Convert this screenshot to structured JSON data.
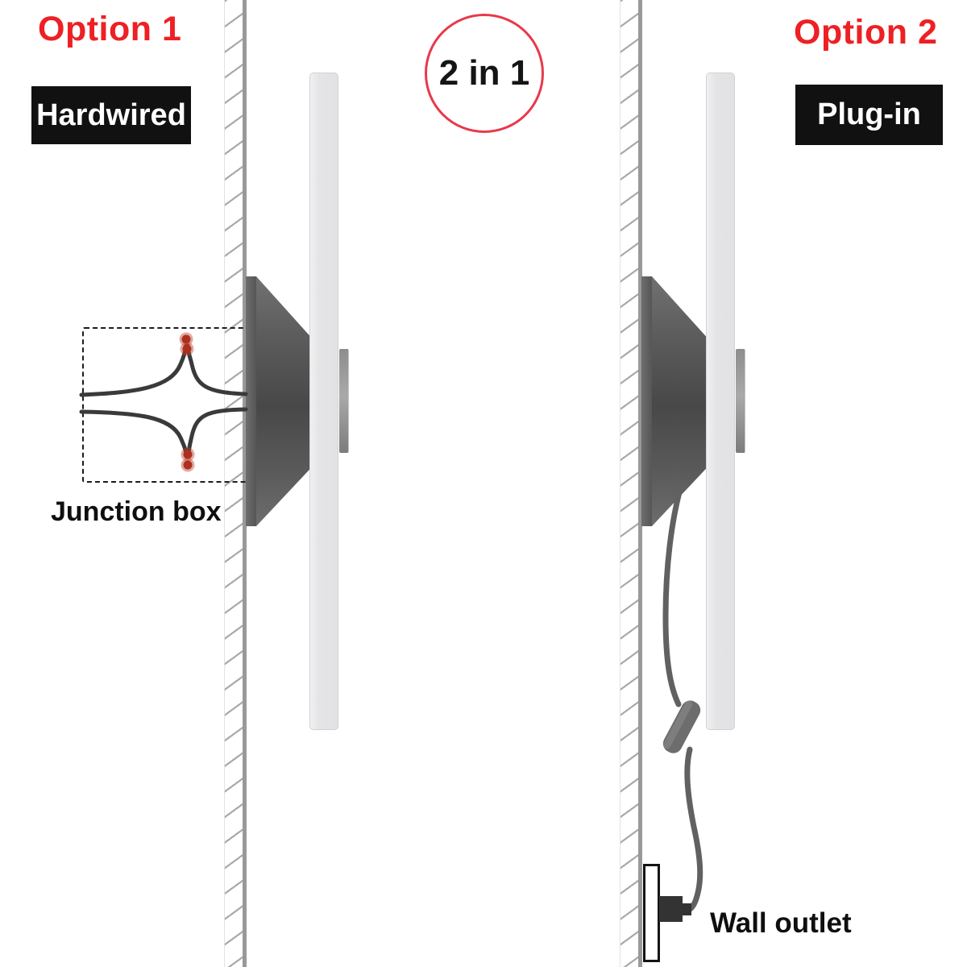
{
  "diagram": {
    "option1": {
      "title": "Option 1",
      "method_badge": "Hardwired",
      "callout": "Junction box"
    },
    "option2": {
      "title": "Option 2",
      "method_badge": "Plug-in",
      "callout": "Wall outlet"
    },
    "center_badge": "2 in 1",
    "colors": {
      "heading_red": "#ed2024",
      "circle_red": "#e8394b",
      "badge_background": "#111111",
      "badge_text": "#ffffff",
      "wire_dark": "#3a3a3a",
      "wire_connector_red": "#ad2f1e",
      "cord_gray": "#616161",
      "fixture_gray": "#4e4e4e",
      "panel_gray": "#e4e4e6",
      "wall_gray": "#999999"
    }
  }
}
